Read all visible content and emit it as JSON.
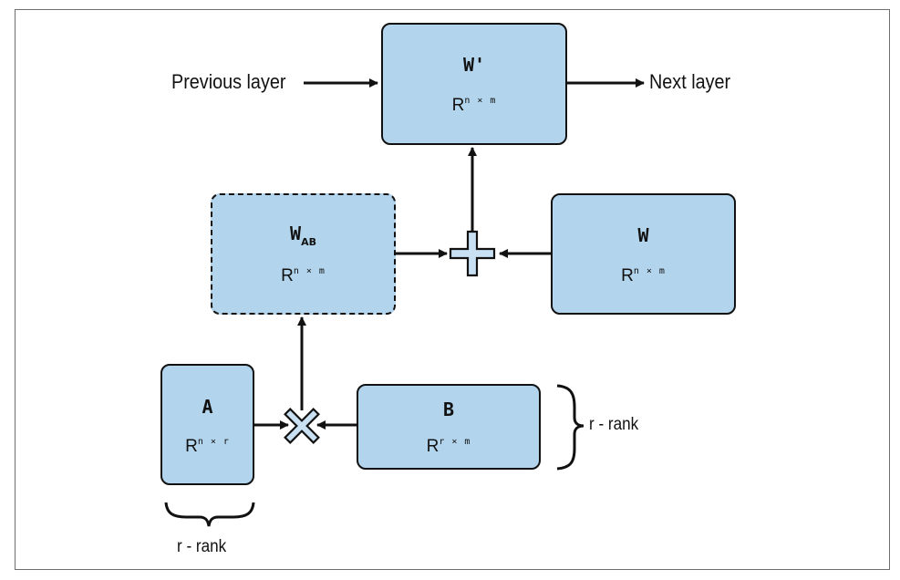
{
  "diagram": {
    "title": "LoRA low-rank adaptation diagram",
    "fill_color": "#b2d4ec",
    "stroke_color": "#111111",
    "labels": {
      "previous_layer": "Previous layer",
      "next_layer": "Next layer",
      "rank_b": "r - rank",
      "rank_a": "r - rank"
    },
    "nodes": {
      "w_prime": {
        "title": "W'",
        "base": "R",
        "exponent": "n × m",
        "border": "solid"
      },
      "w_ab": {
        "title": "W",
        "subscript": "AB",
        "base": "R",
        "exponent": "n × m",
        "border": "dashed"
      },
      "w": {
        "title": "W",
        "base": "R",
        "exponent": "n × m",
        "border": "solid"
      },
      "a": {
        "title": "A",
        "base": "R",
        "exponent": "n × r",
        "border": "solid"
      },
      "b": {
        "title": "B",
        "base": "R",
        "exponent": "r × m",
        "border": "solid"
      }
    },
    "operators": {
      "add": "+",
      "multiply": "×"
    },
    "edges": [
      {
        "from": "previous_layer",
        "to": "w_prime"
      },
      {
        "from": "w_prime",
        "to": "next_layer"
      },
      {
        "from": "w_ab",
        "to": "add"
      },
      {
        "from": "w",
        "to": "add"
      },
      {
        "from": "add",
        "to": "w_prime"
      },
      {
        "from": "a",
        "to": "multiply"
      },
      {
        "from": "b",
        "to": "multiply"
      },
      {
        "from": "multiply",
        "to": "w_ab"
      }
    ]
  }
}
